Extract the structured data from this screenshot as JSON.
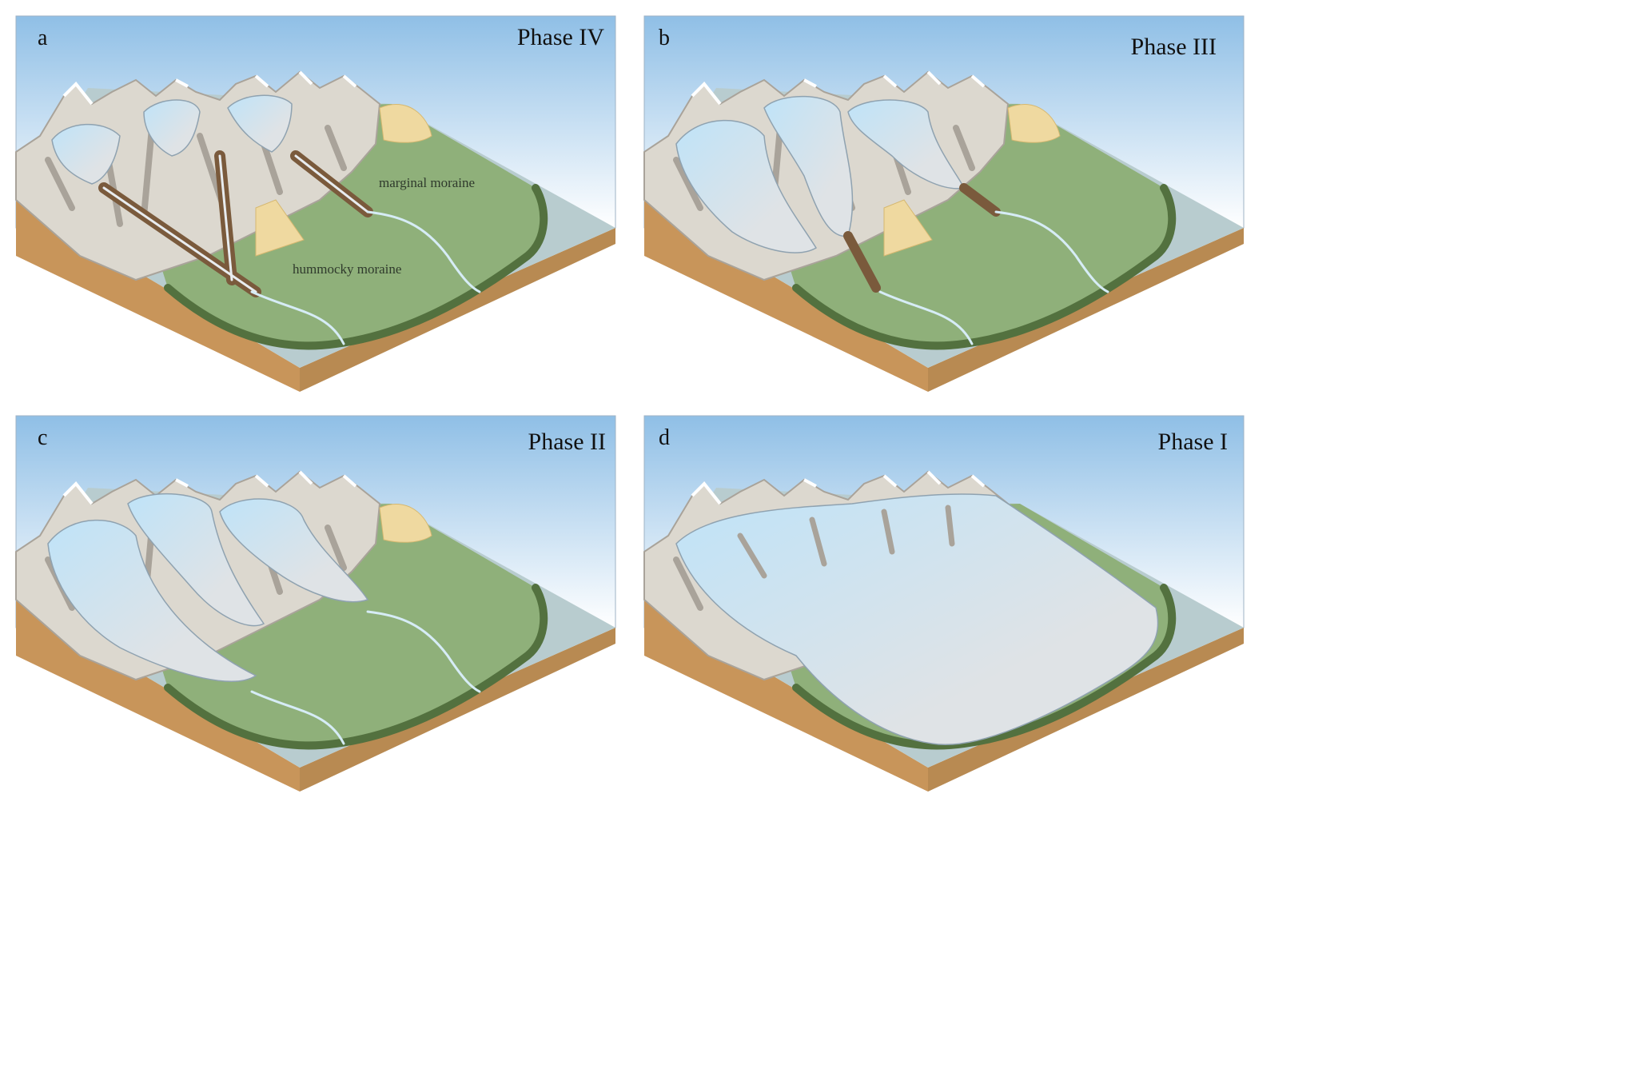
{
  "figure": {
    "panels": [
      {
        "letter": "a",
        "phase": "Phase IV",
        "stage": 4
      },
      {
        "letter": "b",
        "phase": "Phase III",
        "stage": 3
      },
      {
        "letter": "c",
        "phase": "Phase II",
        "stage": 2
      },
      {
        "letter": "d",
        "phase": "Phase I",
        "stage": 1
      }
    ],
    "annotations": {
      "marginal": "marginal moraine",
      "hummocky": "hummocky moraine"
    }
  },
  "colors": {
    "sky_top": "#8fbfe6",
    "sky_bottom": "#ffffff",
    "plain": "#8fb07a",
    "plain_shadow": "#53713f",
    "water": "#b8cccf",
    "soil": "#c8955a",
    "rock": "#dcd8cf",
    "rock_shade": "#a9a39a",
    "ice": "#bfe3f8",
    "ice_snout": "#dfe3e6",
    "outwash": "#efd9a0",
    "debris": "#7a5a3c",
    "stream": "#d6ecf6"
  }
}
